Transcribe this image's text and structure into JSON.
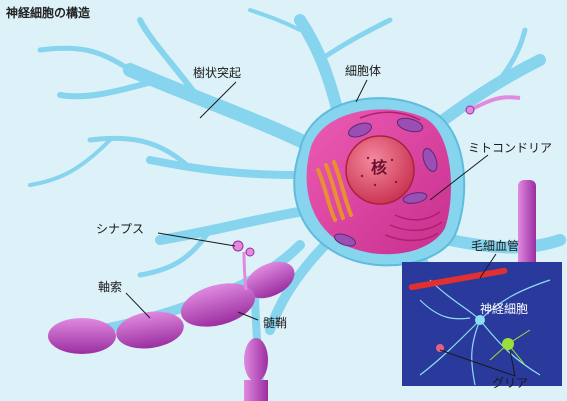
{
  "title": "神経細胞の構造",
  "labels": {
    "dendrite": "樹状突起",
    "cell_body": "細胞体",
    "nucleus": "核",
    "mitochondria": "ミトコンドリア",
    "synapse": "シナプス",
    "axon": "軸索",
    "myelin_sheath": "髄鞘",
    "capillary": "毛細血管",
    "nerve_cell": "神経細胞",
    "glia": "グリア"
  },
  "colors": {
    "background": "#d4eef8",
    "neuron": "#7fd2ec",
    "cell_body": "#e03f9e",
    "nucleus": "#e2506e",
    "mitochondria": "#9b4fb4",
    "golgi": "#e0882e",
    "myelin": "#c050c0",
    "inset_bg": "#2a3a9c",
    "capillary": "#e23030",
    "glia": "#9be03a"
  }
}
